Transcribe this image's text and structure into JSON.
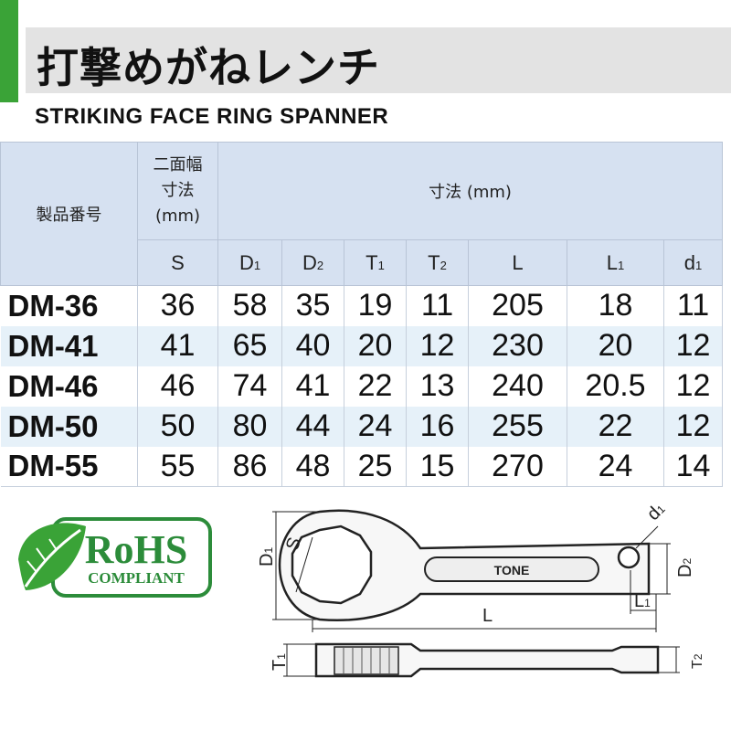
{
  "header": {
    "title_jp": "打撃めがねレンチ",
    "title_en": "STRIKING FACE RING SPANNER"
  },
  "table": {
    "col_model": "製品番号",
    "col_width_group": "二面幅\n寸法\n(mm)",
    "col_dims_group": "寸法 (mm)",
    "subheaders": [
      {
        "base": "S",
        "sub": ""
      },
      {
        "base": "D",
        "sub": "1"
      },
      {
        "base": "D",
        "sub": "2"
      },
      {
        "base": "T",
        "sub": "1"
      },
      {
        "base": "T",
        "sub": "2"
      },
      {
        "base": "L",
        "sub": ""
      },
      {
        "base": "L",
        "sub": "1"
      },
      {
        "base": "d",
        "sub": "1"
      }
    ],
    "rows": [
      {
        "model": "DM-36",
        "values": [
          "36",
          "58",
          "35",
          "19",
          "11",
          "205",
          "18",
          "11"
        ]
      },
      {
        "model": "DM-41",
        "values": [
          "41",
          "65",
          "40",
          "20",
          "12",
          "230",
          "20",
          "12"
        ]
      },
      {
        "model": "DM-46",
        "values": [
          "46",
          "74",
          "41",
          "22",
          "13",
          "240",
          "20.5",
          "12"
        ]
      },
      {
        "model": "DM-50",
        "values": [
          "50",
          "80",
          "44",
          "24",
          "16",
          "255",
          "22",
          "12"
        ]
      },
      {
        "model": "DM-55",
        "values": [
          "55",
          "86",
          "48",
          "25",
          "15",
          "270",
          "24",
          "14"
        ]
      }
    ]
  },
  "rohs": {
    "main": "RoHS",
    "sub": "COMPLIANT",
    "icon": "leaf-icon"
  },
  "drawing": {
    "brand": "TONE",
    "labels": {
      "s": "S",
      "d1": "D",
      "d1_sub": "1",
      "d2": "D",
      "d2_sub": "2",
      "l": "L",
      "l1": "L",
      "l1_sub": "1",
      "dd1": "d",
      "dd1_sub": "1",
      "t1": "T",
      "t1_sub": "1",
      "t2": "T",
      "t2_sub": "2"
    }
  },
  "colors": {
    "accent_green": "#3aa337",
    "header_blue": "#d6e1f1",
    "row_alt": "#e6f1f9",
    "rohs_green": "#2c8c3a"
  }
}
